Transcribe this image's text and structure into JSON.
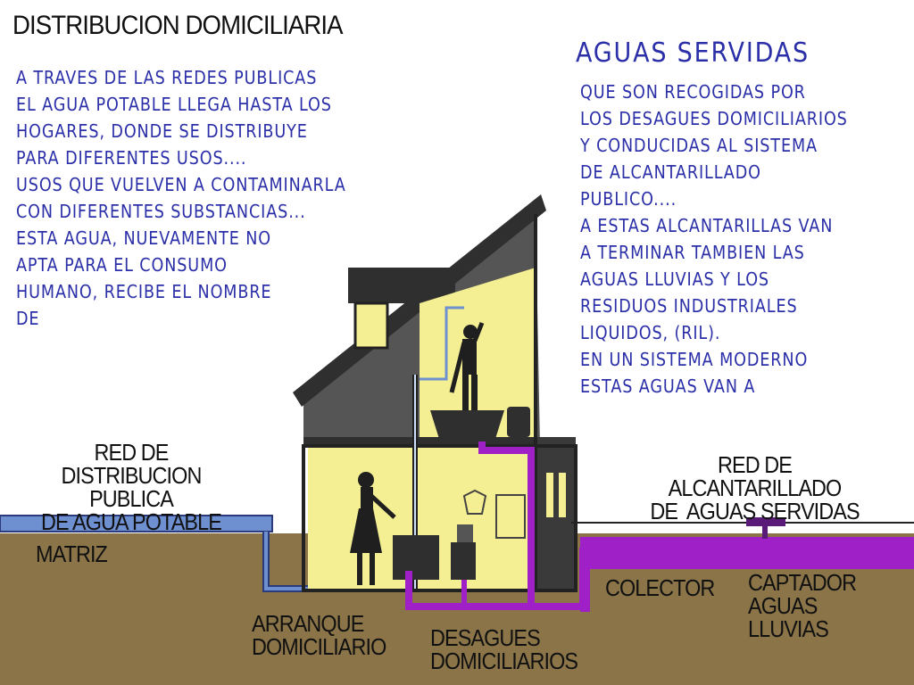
{
  "title": "DISTRIBUCION DOMICILIARIA",
  "left_text": [
    "A TRAVES DE LAS REDES PUBLICAS",
    "EL AGUA POTABLE LLEGA HASTA LOS",
    "HOGARES, DONDE SE DISTRIBUYE",
    "PARA DIFERENTES USOS....",
    "USOS QUE VUELVEN A CONTAMINARLA",
    "CON DIFERENTES SUBSTANCIAS...",
    "ESTA AGUA, NUEVAMENTE NO",
    "APTA PARA EL CONSUMO",
    "HUMANO, RECIBE EL NOMBRE",
    "DE"
  ],
  "right_heading": "AGUAS SERVIDAS",
  "right_text": [
    "QUE SON RECOGIDAS POR",
    "LOS DESAGUES DOMICILIARIOS",
    "Y CONDUCIDAS AL SISTEMA",
    "DE ALCANTARILLADO",
    "PUBLICO....",
    "A ESTAS ALCANTARILLAS VAN",
    "A TERMINAR TAMBIEN LAS",
    "AGUAS LLUVIAS Y LOS",
    "RESIDUOS INDUSTRIALES",
    "LIQUIDOS, (RIL).",
    "EN UN SISTEMA MODERNO",
    "ESTAS AGUAS VAN A"
  ],
  "labels": {
    "red_distribucion": [
      "RED DE DISTRIBUCION",
      "PUBLICA",
      "DE AGUA POTABLE"
    ],
    "red_alcantarillado": [
      "RED DE ALCANTARILLADO",
      "DE  AGUAS SERVIDAS"
    ],
    "matriz": "MATRIZ",
    "arranque": [
      "ARRANQUE",
      "DOMICILIARIO"
    ],
    "desagues": [
      "DESAGUES",
      "DOMICILIARIOS"
    ],
    "colector": "COLECTOR",
    "captador": [
      "CAPTADOR",
      "AGUAS LLUVIAS"
    ]
  },
  "colors": {
    "ground": "#8a7448",
    "water_pipe": "#6f90d0",
    "sewer_pipe": "#a020c8",
    "wall_yellow": "#f4ef92",
    "roof_dark": "#3a3a3a",
    "text_blue": "#2b2fa8"
  }
}
